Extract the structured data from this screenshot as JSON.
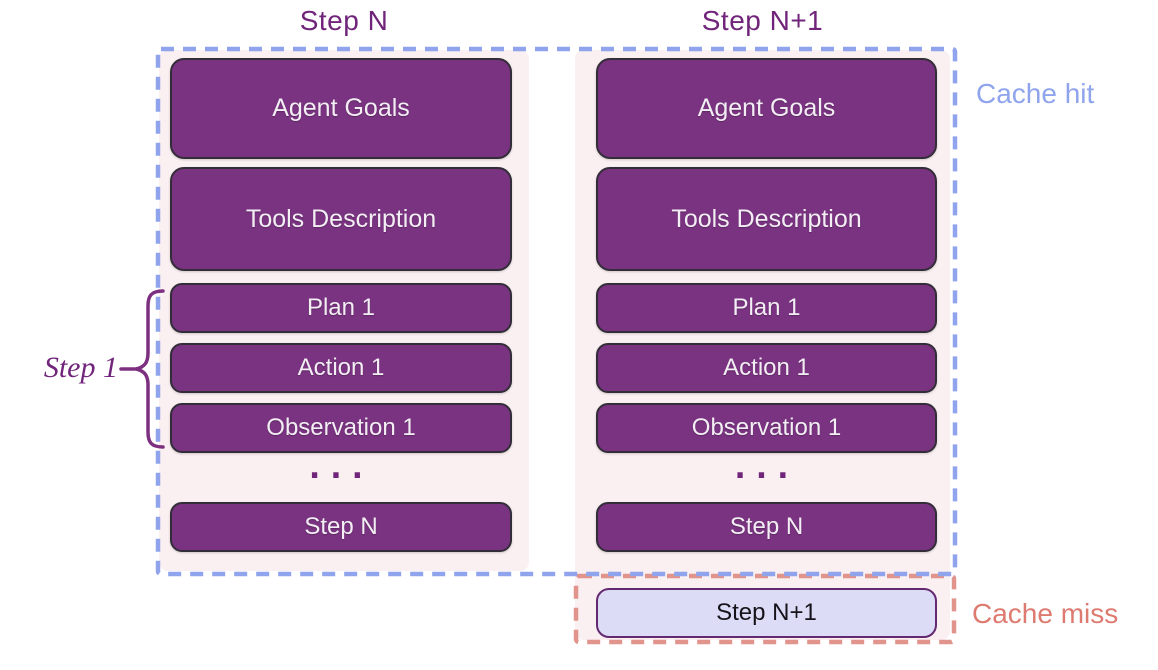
{
  "left": {
    "title": "Step N",
    "agent_goals": "Agent Goals",
    "tools_description": "Tools Description",
    "plan": "Plan 1",
    "action": "Action 1",
    "observation": "Observation 1",
    "ellipsis": "...",
    "step_n": "Step N"
  },
  "right": {
    "title": "Step N+1",
    "agent_goals": "Agent Goals",
    "tools_description": "Tools Description",
    "plan": "Plan 1",
    "action": "Action 1",
    "observation": "Observation 1",
    "ellipsis": "...",
    "step_n": "Step N",
    "step_n_plus_1": "Step N+1"
  },
  "labels": {
    "cache_hit": "Cache hit",
    "cache_miss": "Cache miss",
    "step_1": "Step 1"
  },
  "colors": {
    "box_fill": "#7a3380",
    "box_border": "#322d39",
    "box_text": "#f3eef4",
    "panel_pink": "#faeff1",
    "lavender_fill": "#dcdcf7",
    "lavender_border": "#632a71",
    "lavender_text": "#17131a",
    "cache_hit_blue": "#8fa4ec",
    "cache_miss_red": "#dd7b70",
    "dash_red": "#e0948b",
    "title_purple": "#70257a",
    "brace_purple": "#7d3080"
  }
}
